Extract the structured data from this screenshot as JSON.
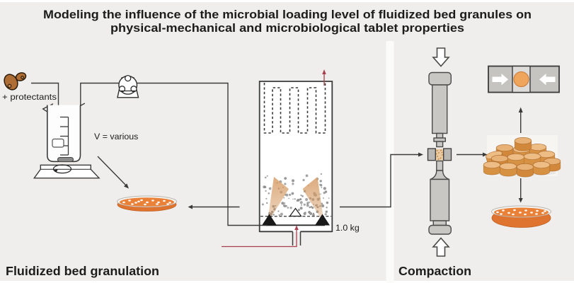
{
  "title": {
    "line1": "Modeling the influence of the microbial loading level of fluidized bed granules on",
    "line2": "physical-mechanical and microbiological tablet properties"
  },
  "sections": {
    "granulation": {
      "label": "Fluidized bed granulation",
      "annotations": {
        "protectants": "+ protectants",
        "volume": "V = various",
        "mass": "1.0 kg"
      }
    },
    "compaction": {
      "label": "Compaction"
    }
  },
  "icons": {
    "yeast-cells-icon": "budding yeast cells",
    "peristaltic-pump-icon": "peristaltic pump",
    "beaker-icon": "suspension beaker on magnetic stirrer",
    "magnetic-stirrer-icon": "magnetic stirrer plate",
    "petri-dish-left-icon": "agar plate with colonies",
    "fluidized-bed-chamber-icon": "fluidized bed granulator",
    "filter-bags-icon": "exhaust filter bags (dashed)",
    "spray-nozzle-icon": "bottom spray nozzles",
    "air-inlet-arrow": "inlet air (red)",
    "exhaust-air-arrow": "exhaust air (red)",
    "upper-punch-icon": "upper tablet punch",
    "lower-punch-icon": "lower tablet punch",
    "die-icon": "die filled with granules",
    "tablet-pile-image": "pile of tablets",
    "hardness-tester-icon": "tablet hardness tester",
    "petri-dish-right-icon": "agar plate with colonies"
  },
  "colors": {
    "background": "#efeeec",
    "line": "#3a3a3a",
    "red_flow": "#a8404f",
    "agar_orange": "#e98238",
    "tablet_tan": "#d69143",
    "yeast_brown": "#ad6d35",
    "metal_gray": "#c9c7c4"
  }
}
